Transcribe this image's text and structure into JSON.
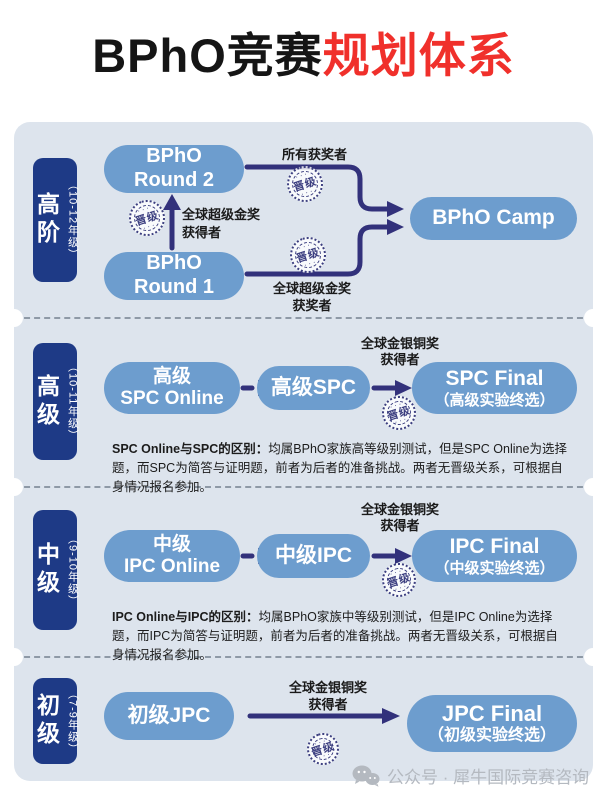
{
  "title": {
    "part1": "BPhO竞赛",
    "part2": "规划体系"
  },
  "seal": "晋级",
  "watermark": "公众号 · 犀牛国际竞赛咨询",
  "colors": {
    "accent_red": "#f0302b",
    "navy_label": "#1e3a86",
    "pill_blue": "#6d9dce",
    "arrow_navy": "#32317b",
    "card_bg": "#dde4ed"
  },
  "sec1": {
    "level": "高阶",
    "grades": "（10-12年级）",
    "round2_line1": "BPhO",
    "round2_line2": "Round 2",
    "round1_line1": "BPhO",
    "round1_line2": "Round 1",
    "camp": "BPhO Camp",
    "all_winners": "所有获奖者",
    "mid_award_line1": "全球超级金奖",
    "mid_award_line2": "获得者",
    "bottom_award_line1": "全球超级金奖",
    "bottom_award_line2": "获奖者"
  },
  "sec2": {
    "level": "高级",
    "grades": "（10-11年级）",
    "online_line1": "高级",
    "online_line2": "SPC Online",
    "mid": "高级SPC",
    "final_line1": "SPC Final",
    "final_line2": "（高级实验终选）",
    "award_line1": "全球金银铜奖",
    "award_line2": "获得者",
    "note_bold": "SPC Online与SPC的区别：",
    "note_rest": "均属BPhO家族高等级别测试，但是SPC Online为选择题，而SPC为简答与证明题，前者为后者的准备挑战。两者无晋级关系，可根据自身情况报名参加。"
  },
  "sec3": {
    "level": "中级",
    "grades": "（9-10年级）",
    "online_line1": "中级",
    "online_line2": "IPC Online",
    "mid": "中级IPC",
    "final_line1": "IPC Final",
    "final_line2": "（中级实验终选）",
    "award_line1": "全球金银铜奖",
    "award_line2": "获得者",
    "note_bold": "IPC Online与IPC的区别：",
    "note_rest": "均属BPhO家族中等级别测试，但是IPC Online为选择题，而IPC为简答与证明题，前者为后者的准备挑战。两者无晋级关系，可根据自身情况报名参加。"
  },
  "sec4": {
    "level": "初级",
    "grades": "（7-9年级）",
    "jpc": "初级JPC",
    "final_line1": "JPC Final",
    "final_line2": "（初级实验终选）",
    "award_line1": "全球金银铜奖",
    "award_line2": "获得者"
  }
}
